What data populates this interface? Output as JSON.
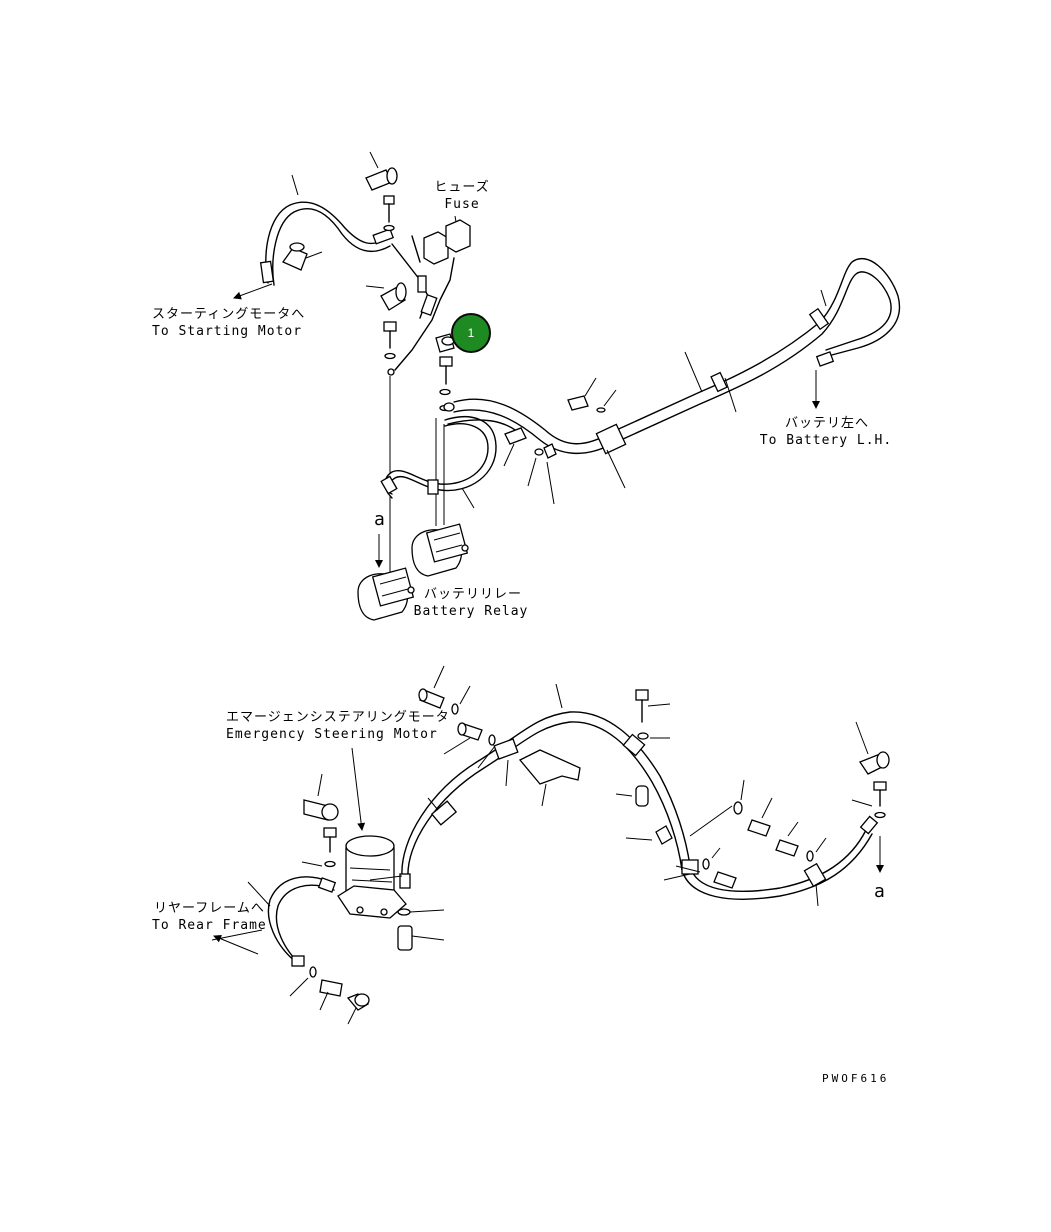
{
  "labels": {
    "fuse_jp": "ヒューズ",
    "fuse_en": "Fuse",
    "starting_motor_jp": "スターティングモータへ",
    "starting_motor_en": "To Starting Motor",
    "battery_lh_jp": "バッテリ左へ",
    "battery_lh_en": "To Battery L.H.",
    "battery_relay_jp": "バッテリリレー",
    "battery_relay_en": "Battery Relay",
    "emergency_motor_jp": "エマージェンシステアリングモータ",
    "emergency_motor_en": "Emergency Steering Motor",
    "rear_frame_jp": "リヤーフレームへ",
    "rear_frame_en": "To Rear Frame",
    "ref_a_top": "a",
    "ref_a_bottom": "a",
    "drawing_code": "PWOF616"
  },
  "callout": {
    "number": "1",
    "color": "#1e8a22"
  }
}
